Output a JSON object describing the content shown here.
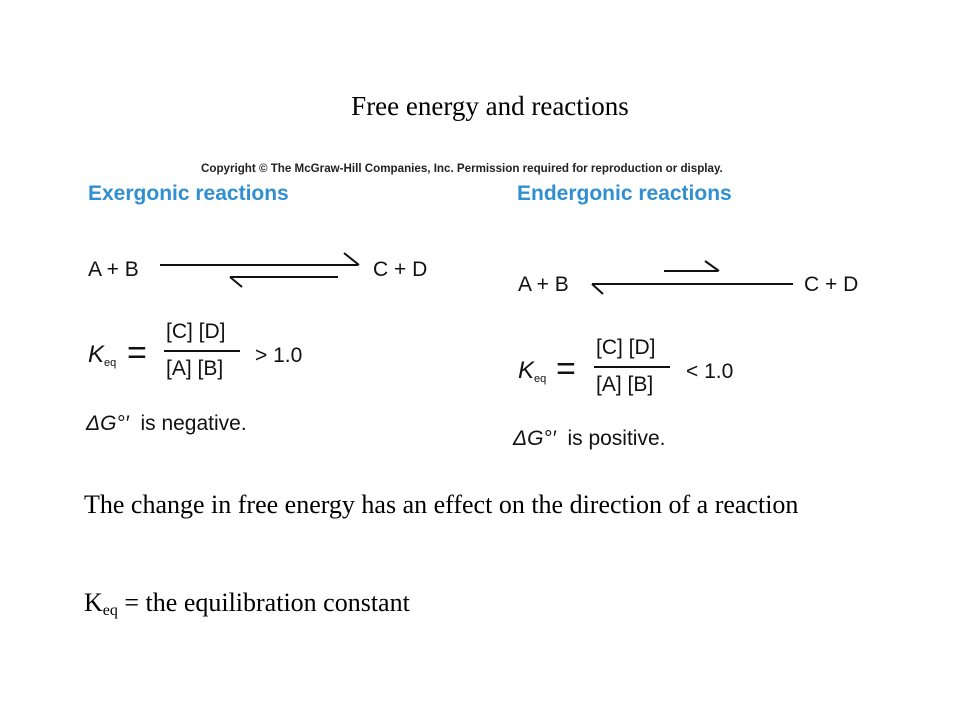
{
  "slide": {
    "title": "Free energy and reactions"
  },
  "figure": {
    "copyright": "Copyright © The McGraw-Hill Companies, Inc. Permission required for reproduction or display.",
    "heading_color": "#2f8fd1",
    "exergonic": {
      "heading": "Exergonic reactions",
      "reactants": "A + B",
      "products": "C + D",
      "k_symbol": "K",
      "k_subscript": "eq",
      "equals": "=",
      "numerator": "[C] [D]",
      "denominator": "[A] [B]",
      "comparison": "> 1.0",
      "delta_g_symbol": "ΔG°′",
      "delta_g_text": "is negative."
    },
    "endergonic": {
      "heading": "Endergonic reactions",
      "reactants": "A + B",
      "products": "C + D",
      "k_symbol": "K",
      "k_subscript": "eq",
      "equals": "=",
      "numerator": "[C] [D]",
      "denominator": "[A] [B]",
      "comparison": "< 1.0",
      "delta_g_symbol": "ΔG°′",
      "delta_g_text": "is positive."
    }
  },
  "body": {
    "line1": "The change in free energy has an effect on the direction of a reaction",
    "keq_symbol": "K",
    "keq_subscript": "eq",
    "keq_definition": " = the equilibration constant"
  }
}
